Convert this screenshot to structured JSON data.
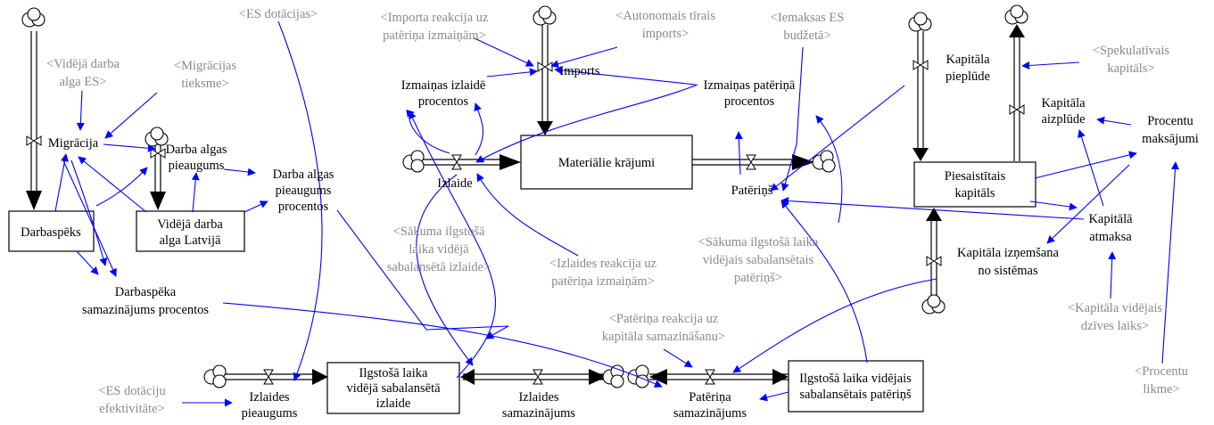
{
  "diagram": {
    "stocks": {
      "darbaspeks": "Darbaspēks",
      "videja_alga": [
        "Vidējā darba",
        "alga Latvijā"
      ],
      "materialie": "Materiālie krājumi",
      "piesaistitais": [
        "Piesaistītais",
        "kapitāls"
      ],
      "ilgstosa_izlaide": [
        "Ilgstošā laika",
        "vidējā sabalansētā",
        "izlaide"
      ],
      "ilgstosa_paterins": [
        "Ilgstošā laika vidējais",
        "sabalansētais patēriņš"
      ]
    },
    "flows": {
      "migracija": "Migrācija",
      "algas_pieaugums": [
        "Darba algas",
        "pieaugums"
      ],
      "imports": "Imports",
      "izlaide": "Izlaide",
      "paterins": "Patēriņš",
      "kapitala_pieplude": [
        "Kapitāla",
        "pieplūde"
      ],
      "kapitala_aizplude": [
        "Kapitāla",
        "aizplūde"
      ],
      "kapitala_iznemsana": [
        "Kapitāla izņemšana",
        "no sistēmas"
      ],
      "izlaides_pieaugums": [
        "Izlaides",
        "pieaugums"
      ],
      "izlaides_samazinajums": [
        "Izlaides",
        "samazinājums"
      ],
      "paterina_samazinajums": [
        "Patēriņa",
        "samazinājums"
      ]
    },
    "auxiliaries": {
      "algas_pieaugums_procentos": [
        "Darba algas",
        "pieaugums",
        "procentos"
      ],
      "izmainas_izlaide": [
        "Izmaiņas izlaidē",
        "procentos"
      ],
      "izmainas_paterina": [
        "Izmaiņas patēriņā",
        "procentos"
      ],
      "procentu_maksajumi": [
        "Procentu",
        "maksājumi"
      ],
      "kapitala_atmaksa": [
        "Kapitālā",
        "atmaksa"
      ],
      "darbaspeka_samazinajums": [
        "Darbaspēka",
        "samazinājums procentos"
      ]
    },
    "shadow_variables": {
      "videja_alga_es": [
        "<Vidējā darba",
        "alga ES>"
      ],
      "migracijas_tieksme": [
        "<Migrācijas",
        "tieksme>"
      ],
      "es_dotacijas": "<ES dotācijas>",
      "importa_reakcija": [
        "<Importa reakcija uz",
        "patēriņa izmaiņām>"
      ],
      "autonomais_imports": [
        "<Autonomais tīrais",
        "imports>"
      ],
      "iemaksas_es": [
        "<Iemaksas ES",
        "budžetā>"
      ],
      "spekulativais": [
        "<Spekulatīvais",
        "kapitāls>"
      ],
      "sakuma_izlaide": [
        "<Sākuma ilgstošā",
        "laika vidējā",
        "sabalansētā izlaide>"
      ],
      "izlaides_reakcija": [
        "<Izlaides reakcija uz",
        "patēriņa izmaiņām>"
      ],
      "sakuma_paterins": [
        "<Sākuma ilgstošā laika",
        "vidējais sabalansētais",
        "patēriņš>"
      ],
      "paterina_reakcija": [
        "<Patēriņa reakcija uz",
        "kapitāla samazināšanu>"
      ],
      "kapitala_videjais_laiks": [
        "<Kapitāla vidējais",
        "dzīves laiks>"
      ],
      "procentu_likme": [
        "<Procentu",
        "likme>"
      ],
      "es_dotaciju_efektivitate": [
        "<ES dotāciju",
        "efektivitāte>"
      ]
    }
  },
  "colors": {
    "link": "#0000ff",
    "stock_border": "#000000",
    "shadow_text": "#8a8a8a",
    "text": "#000000"
  }
}
